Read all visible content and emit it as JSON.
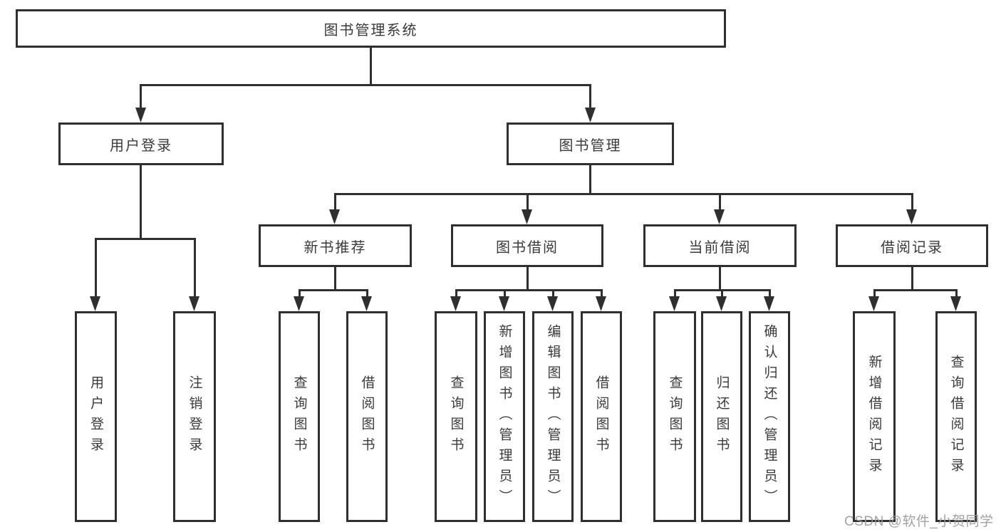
{
  "tree": {
    "label": "图书管理系统",
    "children": [
      {
        "label": "用户登录",
        "children": [
          {
            "label": "用户登录"
          },
          {
            "label": "注销登录"
          }
        ]
      },
      {
        "label": "图书管理",
        "children": [
          {
            "label": "新书推荐",
            "children": [
              {
                "label": "查询图书"
              },
              {
                "label": "借阅图书"
              }
            ]
          },
          {
            "label": "图书借阅",
            "children": [
              {
                "label": "查询图书"
              },
              {
                "label": "新增图书（管理员）"
              },
              {
                "label": "编辑图书（管理员）"
              },
              {
                "label": "借阅图书"
              }
            ]
          },
          {
            "label": "当前借阅",
            "children": [
              {
                "label": "查询图书"
              },
              {
                "label": "归还图书"
              },
              {
                "label": "确认归还（管理员）"
              }
            ]
          },
          {
            "label": "借阅记录",
            "children": [
              {
                "label": "新增借阅记录"
              },
              {
                "label": "查询借阅记录"
              }
            ]
          }
        ]
      }
    ]
  },
  "watermark": {
    "text": "CSDN @软件_小贺同学"
  },
  "colors": {
    "line": "#2f2f2f",
    "text": "#3a3a3a",
    "watermark": "#9b9b9b",
    "background": "#ffffff"
  }
}
